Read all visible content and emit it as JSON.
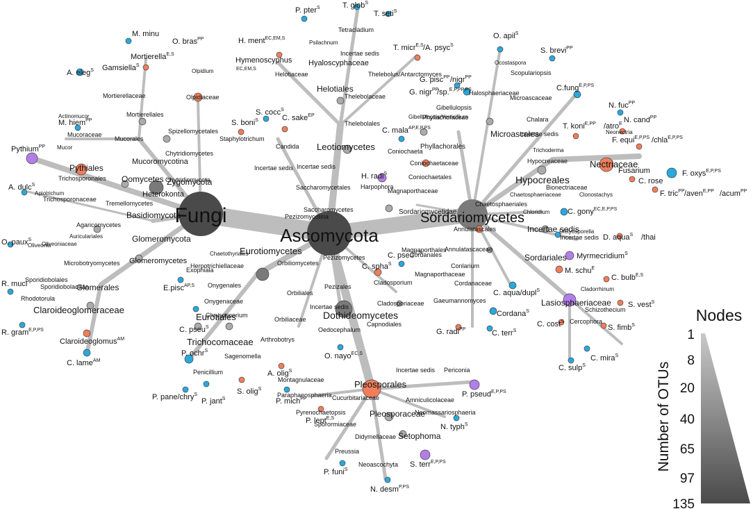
{
  "colors": {
    "teal": "#29a9dc",
    "orange": "#f07e5c",
    "purple": "#b27ee8",
    "edge": "#bdbdbd",
    "big": "#4a4a4a",
    "mid": "#7a7a7a",
    "small": "#ababab"
  },
  "legend": {
    "title": "Nodes",
    "axis_label": "Number of OTUs",
    "ticks": [
      "1",
      "8",
      "20",
      "40",
      "65",
      "97",
      "135"
    ]
  },
  "hubs": {
    "fungi": "Fungi",
    "ascomycota": "Ascomycota",
    "sordariomycetes": "Sordariomycetes"
  },
  "labels": {
    "pythium": "Pythium",
    "pythium_sup": "PP",
    "pythiales": "Pythiales",
    "oomycetes": "Oomycetes",
    "heterokonta": "Heterokonta",
    "a_dulc": "A. dulc",
    "a_dulc_sup": "S",
    "apiotrichum": "Apiotrichum",
    "trichosporonales": "Trichosporonales",
    "trichosporonaceae": "Trichosporonaceae",
    "tremellomycetes": "Tremellomycetes",
    "basidiomycota": "Basidiomycota",
    "agaricomycetes": "Agaricomycetes",
    "auriculariales": "Auriculariales",
    "oliveoniaceae": "Oliveoniaceae",
    "olivenia": "Oliveonia",
    "o_paux": "O. paux",
    "o_paux_sup": "S",
    "microbotryomycetes": "Microbotryomycetes",
    "sporidiobolales": "Sporidiobolales",
    "sporidiobolaceae": "Sporidiobolaceae",
    "rhodotorula": "Rhodotorula",
    "r_muci": "R. muci",
    "r_gram": "R. gram",
    "r_gram_sup": "E,P,PS",
    "glomeromycota": "Glomeromycota",
    "glomeromycetes": "Glomeromycetes",
    "glomerales": "Glomerales",
    "claroideoglomeraceae": "Claroideoglomeraceae",
    "claroideoglomus": "Claroideoglomus",
    "claroideoglomus_sup": "AM",
    "c_lame": "C. lame",
    "c_lame_sup": "AM",
    "zygomycota": "Zygomycota",
    "mucoromycotina": "Mucoromycotina",
    "mucorales": "Mucorales",
    "mucoraceae": "Mucoraceae",
    "mucor": "Mucor",
    "m_hiem": "M. hiem",
    "m_hiem_sup": "PP",
    "actinomucor": "Actinomucor",
    "a_eleg": "A. eleg",
    "a_eleg_sup": "S",
    "mortierellales": "Mortierellales",
    "mortierellaceae": "Mortierellaceae",
    "gamsiella": "Gamsiella",
    "gamsiella_sup": "S",
    "mortierella": "Mortierella",
    "mortierella_sup": "E,S",
    "m_minu": "M. minu",
    "chytridiomycota": "Chytridiomycota",
    "chytridiomycetes": "Chytridiomycetes",
    "spizellomycetales": "Spizellomycetales",
    "olpidiaceae": "Olpidiaceae",
    "olpidium": "Olpidium",
    "o_bras": "O. bras",
    "o_bras_sup": "PP",
    "leotiomycetes": "Leotiomycetes",
    "helotiales": "Helotiales",
    "helotiaceae": "Helotiaceae",
    "hymenoscyphus": "Hymenoscyphus",
    "hymenoscyphus_sup": "EC,EM,S",
    "h_ment": "H. ment",
    "h_ment_sup": "EC,EM,S",
    "hyaloscyphaceae": "Hyaloscyphaceae",
    "psilachnum": "Psilachnum",
    "p_pter": "P. pter",
    "p_pter_sup": "S",
    "incertae_sedis": "Incertae sedis",
    "tetracladium": "Tetracladium",
    "t_glob": "T. glob",
    "t_glob_sup": "S",
    "t_seti": "T. seti",
    "t_seti_sup": "S",
    "thelebolales": "Thelebolales",
    "thelebolaceae": "Thelebolaceae",
    "thelebolus": "Thelebolus/Antarctomyces",
    "t_micr": "T. micr",
    "t_micr_sup": "E,S",
    "a_psyc": "/A. psyc",
    "a_psyc_sup": "S",
    "saccharomycetes": "Saccharomycetes",
    "saccharomycetales": "Saccharomycetales",
    "staphylotrichum": "Staphylotrichum",
    "s_boni": "S. boni",
    "s_boni_sup": "S",
    "s_cocc": "S. cocc",
    "s_cocc_sup": "S",
    "candida": "Candida",
    "c_sake": "C. sake",
    "c_sake_sup": "EP",
    "pezizomycotina": "Pezizomycotina",
    "pezizomycetes": "Pezizomycetes",
    "pezizales": "Pezizales",
    "orbiliomycetes": "Orbiliomycetes",
    "orbiliales": "Orbiliales",
    "orbiliaceae": "Orbiliaceae",
    "arthrobotrys": "Arthrobotrys",
    "a_olig": "A. olig",
    "a_olig_sup": "S",
    "oedocephalum": "Oedocephalum",
    "o_nayo": "O. nayo",
    "o_nayo_sup": "EC,S",
    "eurotiomycetes": "Eurotiomycetes",
    "chaetothyriales": "Chaetothyriales",
    "herpotrichiellaceae": "Herpotrichiellaceae",
    "exophiala": "Exophiala",
    "e_pisc": "E.pisc",
    "e_pisc_sup": "AP,S",
    "onygenales": "Onygenales",
    "onygenaceae": "Onygenaceae",
    "chrysosporium": "Chrysosporium",
    "c_pseu": "C. pseu",
    "c_pseu_sup": "S",
    "eurotiales": "Eurotiales",
    "trichocomaceae": "Trichocomaceae",
    "penicillium": "Penicillium",
    "p_ochr": "P. ochr",
    "p_ochr_sup": "S",
    "p_pane": "P. pane/chry",
    "p_pane_sup": "S",
    "p_jant": "P. jant",
    "p_jant_sup": "S",
    "sagenomella": "Sagenomella",
    "s_olig": "S. olig",
    "s_olig_sup": "S",
    "dothideomycetes": "Dothideomycetes",
    "capnodiales": "Capnodiales",
    "cladosporiaceae": "Cladosporiaceae",
    "cladosporium": "Cladosporium",
    "c_spha": "C. spha",
    "c_spha_sup": "S",
    "c_pseu2": "C. pseu",
    "c_pseu2_sup": "E,S",
    "pleosporales": "Pleosporales",
    "montagnulaceae": "Montagnulaceae",
    "paraphaeosphaeria": "Paraphaeosphaeria",
    "p_mich": "P. mich",
    "p_mich_sup": "PP",
    "cucurbitariaceae": "Cucurbitariaceae",
    "pyrenochaetopsis": "Pyrenochaetopsis",
    "p_lept": "P. lept",
    "p_lept_sup": "E,S",
    "sporormiaceae": "Sporormiaceae",
    "preussia": "Preussia",
    "p_funi": "P. funi",
    "p_funi_sup": "S",
    "didymellaceae": "Didymellaceae",
    "neoascochyta": "Neoascochyta",
    "n_desm": "N. desm",
    "n_desm_sup": "P,PS",
    "pleosporaceae": "Pleosporaceae",
    "setophoma": "Setophoma",
    "s_terr": "S. terr",
    "s_terr_sup": "E,P,PS",
    "amniculicolaceae": "Amniculicolaceae",
    "neomassariosphaeria": "Neomassariosphaeria",
    "n_typh": "N. typh",
    "n_typh_sup": "S",
    "periconia": "Periconia",
    "p_pseud": "P. pseud",
    "p_pseud_sup": "E,P,PS",
    "sordariomycetidae": "Sordariomycetidae",
    "magnaporthaceae": "Magnaporthaceae",
    "harpophora": "Harpophora",
    "h_radi": "H. radi",
    "h_radi_sup": "S",
    "coniochaetales": "Coniochaetales",
    "coniochaetaceae": "Coniochaetaceae",
    "coniochaeta": "Coniochaeta",
    "c_mala": "C. mala",
    "c_mala_sup": "AP,E,P,PS",
    "phyllachorales": "Phyllachorales",
    "phyllachoraceae": "Phyllachoraceae",
    "gibellulopsis": "Gibellulopsis",
    "gibellulopsis_v": "Gibellulopsis/Verticillium",
    "g_nigr": "G. nigr",
    "g_nigr_sup": "PP",
    "g_nigr_b": "/sp.",
    "g_nigr_b_sup": "E,P,PP,PS",
    "g_pisc": "G. pisc",
    "g_pisc_sup": "PP",
    "g_pisc_b": "/nigr",
    "g_pisc_b_sup": "PP",
    "microascales": "Microascales",
    "microascaceae": "Microascaceae",
    "halosphaeriaceae": "Halosphaeriaceae",
    "ocostaspora": "Ocostaspora",
    "o_apil": "O. apil",
    "o_apil_sup": "S",
    "scopulariopsis": "Scopulariopsis",
    "s_brevi": "S. brevi",
    "s_brevi_sup": "PP",
    "chalara": "Chalara",
    "c_fung": "C.fung",
    "c_fung_sup": "E,P,PS",
    "hypocreales": "Hypocreales",
    "hypocreaceae": "Hypocreaceae",
    "trichoderma": "Trichoderma",
    "t_koni": "T. koni",
    "t_koni_sup": "E,PP",
    "t_koni_b": "/atro",
    "t_koni_b_sup": "E",
    "nectriaceae": "Nectriaceae",
    "neonectria": "Neonectria",
    "n_fuc": "N. fuc",
    "n_fuc_sup": "PP",
    "n_cand": "N. cand",
    "n_cand_sup": "PP",
    "fusarium": "Fusarium",
    "f_equi": "F. equi",
    "f_equi_sup": "E,P,PS",
    "f_equi_b": "/chla",
    "f_equi_b_sup": "E,P,PS",
    "f_oxys": "F. oxys",
    "f_oxys_sup": "E,P,PS",
    "f_tric": "F. tric",
    "f_tric_sup": "PP",
    "f_tric_b": "/aven",
    "f_tric_b_sup": "E,PP",
    "f_tric_c": "/acum",
    "f_tric_c_sup": "PP",
    "bionectriaceae": "Bionectriaceae",
    "clonostachys": "Clonostachys",
    "c_rose": "C. rose",
    "chaetosphaeriales": "Chaetosphaeriales",
    "chaetosphaeriaceae": "Chaetosphaeriaceae",
    "chloridium": "Chloridium",
    "c_gony": "C. gony",
    "c_gony_sup": "EC,E,P,PS",
    "annulatascales": "Annulatascales",
    "annulatascaceae": "Annulatascaceae",
    "conlarium": "Conlarium",
    "c_aqua": "C. aqua/dupl",
    "c_aqua_sup": "S",
    "incertae_sedis2": "Incertae sedis",
    "dictyosporella": "Dictyosporella",
    "d_aqua": "D. aqua",
    "d_aqua_sup": "S",
    "d_aqua_b": "/thai",
    "myrmecridium": "Myrmecridium",
    "myrmecridium_sup": "S",
    "m_schu": "M. schu",
    "m_schu_sup": "E",
    "magnaporthales": "Magnaporthales",
    "gaeumannomyces": "Gaeumannomyces",
    "g_radi": "G. radi",
    "g_radi_sup": "PP",
    "cordanales": "Cordanales",
    "cordanaceae": "Cordanaceae",
    "cordana": "Cordana",
    "cordana_sup": "S",
    "c_terr": "C. terr",
    "c_terr_sup": "S",
    "sordariales": "Sordariales",
    "lasiosphaeriaceae": "Lasiosphaeriaceae",
    "cladorrhinum": "Cladorrhinum",
    "c_bulb": "C. bulb",
    "c_bulb_sup": "E,S",
    "schizothecium": "Schizothecium",
    "s_vest": "S. vest",
    "s_vest_sup": "S",
    "s_fimb": "S. fimb",
    "s_fimb_sup": "S",
    "cercophora": "Cercophora",
    "c_cost": "C. cost",
    "c_cost_sup": "S",
    "c_mira": "C. mira",
    "c_mira_sup": "S",
    "c_sulp": "C. sulp",
    "c_sulp_sup": "S"
  }
}
